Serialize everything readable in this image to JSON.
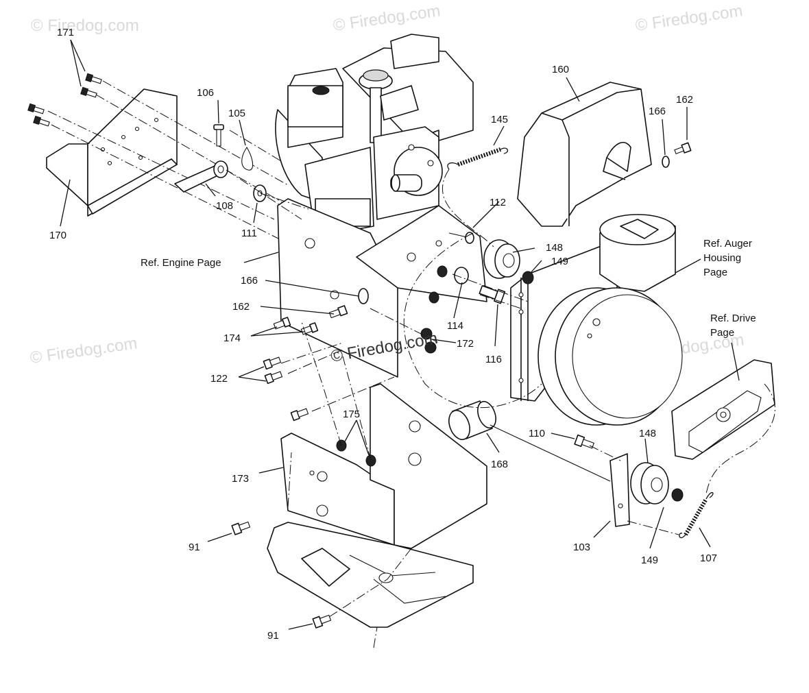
{
  "watermark": "© Firedog.com",
  "center_watermark": "© Firedog.com",
  "part_labels": {
    "p171": "171",
    "p106": "106",
    "p105": "105",
    "p108": "108",
    "p111": "111",
    "p170": "170",
    "p160": "160",
    "p145": "145",
    "p166a": "166",
    "p162a": "162",
    "p112": "112",
    "p148a": "148",
    "p149a": "149",
    "p166b": "166",
    "p162b": "162",
    "p174": "174",
    "p114": "114",
    "p172": "172",
    "p116": "116",
    "p122": "122",
    "p175": "175",
    "p168": "168",
    "p110": "110",
    "p148b": "148",
    "p173": "173",
    "p103": "103",
    "p149b": "149",
    "p107": "107",
    "p91a": "91",
    "p91b": "91"
  },
  "references": {
    "engine": "Ref. Engine Page",
    "auger_line1": "Ref. Auger",
    "auger_line2": "Housing",
    "auger_line3": "Page",
    "drive_line1": "Ref. Drive",
    "drive_line2": "Page"
  }
}
